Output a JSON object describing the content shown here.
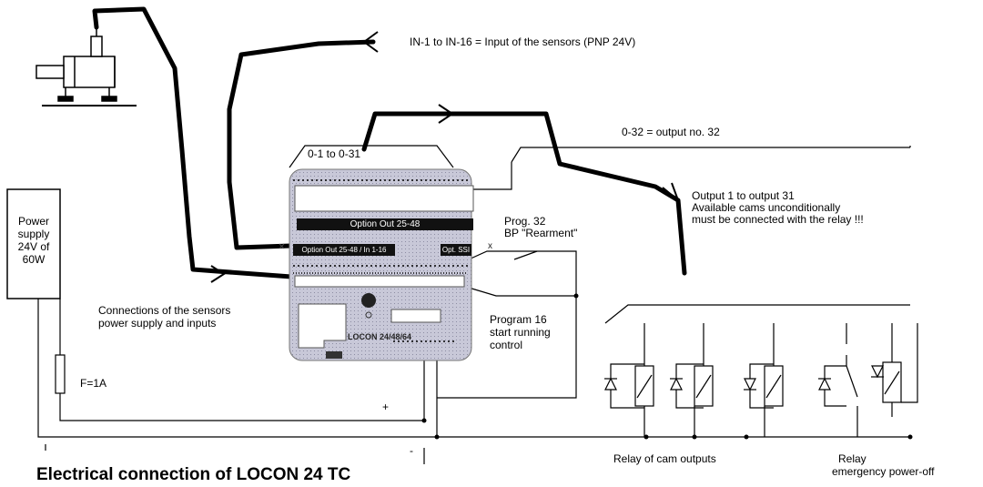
{
  "labels": {
    "inputs": "IN-1 to IN-16 = Input of the sensors (PNP 24V)",
    "output32": "0-32 = output no. 32",
    "outputs_range": "0-1 to 0-31",
    "output1_31_line1": "Output 1 to output 31",
    "output1_31_line2": "Available cams unconditionally",
    "output1_31_line3": "must be connected with the relay !!!",
    "prog32_line1": "Prog. 32",
    "prog32_line2": "BP \"Rearment\"",
    "prog16_line1": "Program 16",
    "prog16_line2": "start running",
    "prog16_line3": "control",
    "power_supply": [
      "Power",
      "supply",
      "24V of",
      "60W"
    ],
    "sensors_line1": "Connections of the sensors",
    "sensors_line2": "power supply and inputs",
    "fuse": "F=1A",
    "plus": "+",
    "minus": "-",
    "relay_cam": "Relay of cam outputs",
    "relay_emergency_line1": "Relay",
    "relay_emergency_line2": "emergency power-off",
    "title": "Electrical connection of LOCON 24 TC"
  },
  "device": {
    "band_top": "Option Out 25-48",
    "band_left": "Option Out 25-48 / In 1-16",
    "band_right": "Opt. SSI",
    "name": "LOCON 24/48/64",
    "x_mark": "x"
  },
  "colors": {
    "device_fill": "#c8c8d8",
    "device_dots": "#8d8da3",
    "band": "#111111",
    "wire": "#000000"
  }
}
